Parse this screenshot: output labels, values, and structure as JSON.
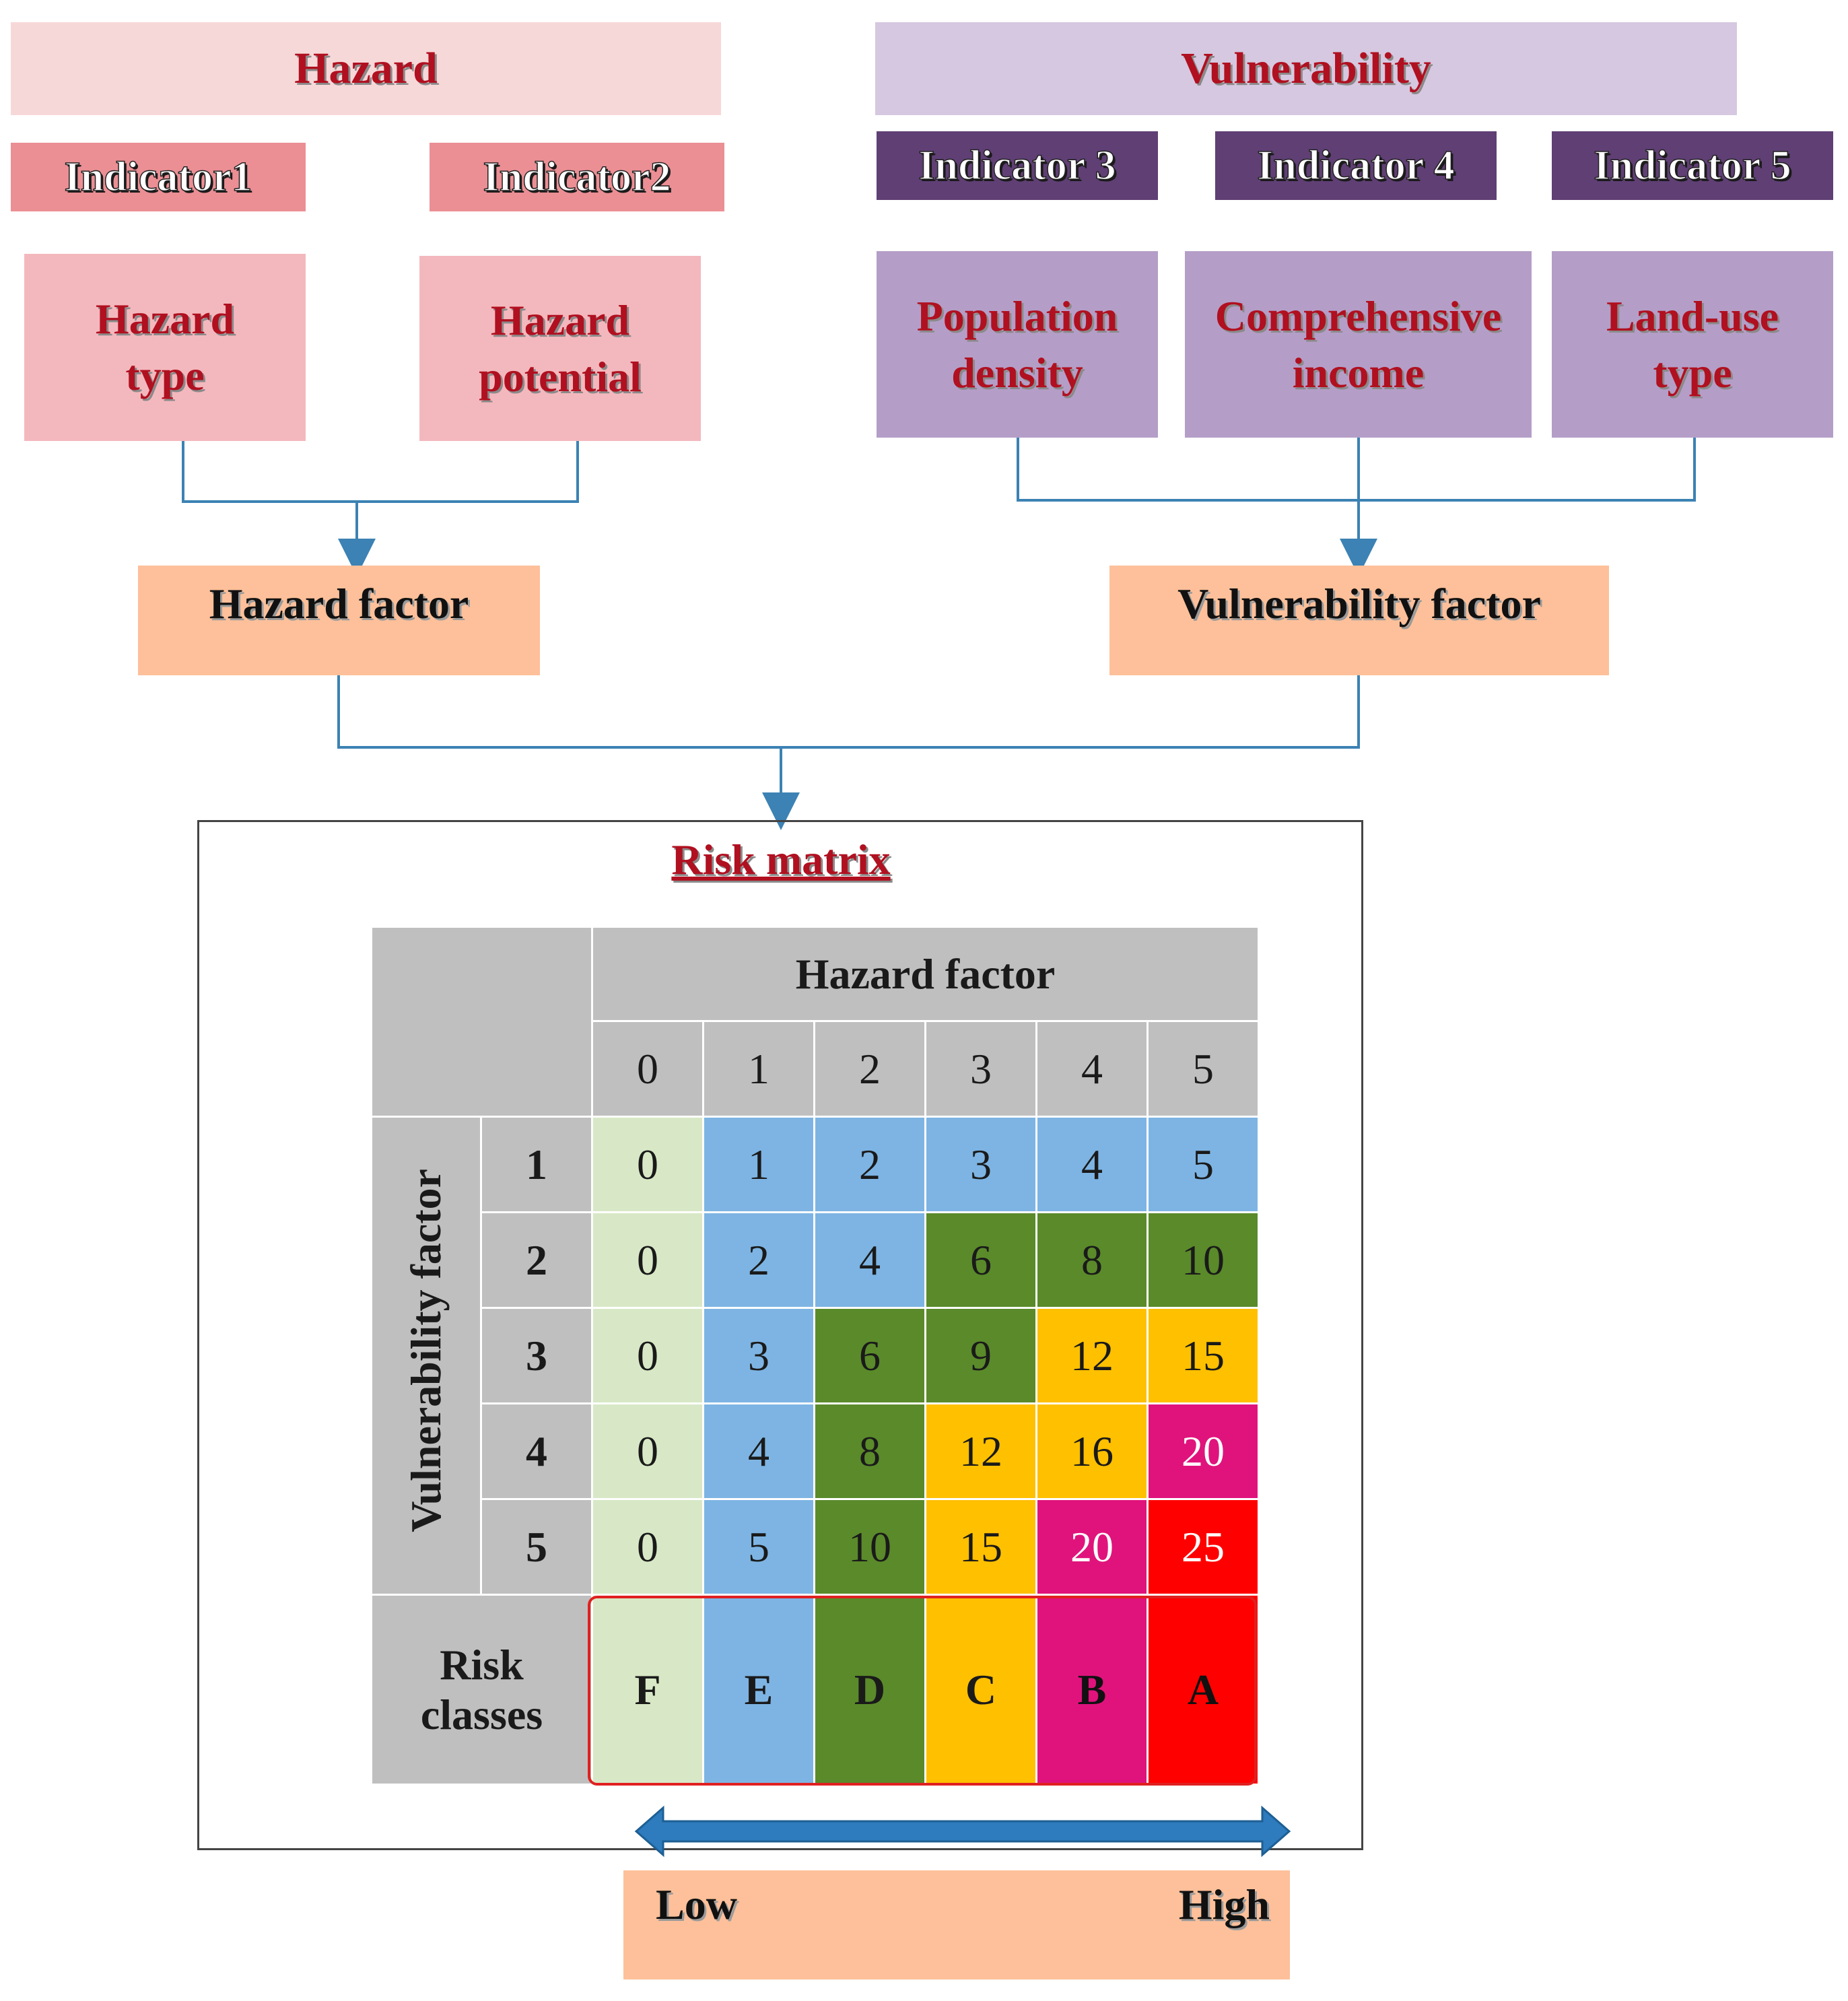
{
  "hazard": {
    "title": "Hazard",
    "indicators": [
      "Indicator1",
      "Indicator2"
    ],
    "items": [
      {
        "line1": "Hazard",
        "line2": "type"
      },
      {
        "line1": "Hazard",
        "line2": "potential"
      }
    ],
    "factor": "Hazard factor"
  },
  "vulnerability": {
    "title": "Vulnerability",
    "indicators": [
      "Indicator 3",
      "Indicator 4",
      "Indicator 5"
    ],
    "items": [
      {
        "line1": "Population",
        "line2": "density"
      },
      {
        "line1": "Comprehensive",
        "line2": "income"
      },
      {
        "line1": "Land-use",
        "line2": "type"
      }
    ],
    "factor": "Vulnerability factor"
  },
  "matrix": {
    "title": "Risk matrix",
    "col_header": "Hazard factor",
    "row_header": "Vulnerability factor",
    "hazard_levels": [
      "0",
      "1",
      "2",
      "3",
      "4",
      "5"
    ],
    "vulnerability_levels": [
      "1",
      "2",
      "3",
      "4",
      "5"
    ],
    "cells": [
      [
        "0",
        "1",
        "2",
        "3",
        "4",
        "5"
      ],
      [
        "0",
        "2",
        "4",
        "6",
        "8",
        "10"
      ],
      [
        "0",
        "3",
        "6",
        "9",
        "12",
        "15"
      ],
      [
        "0",
        "4",
        "8",
        "12",
        "16",
        "20"
      ],
      [
        "0",
        "5",
        "10",
        "15",
        "20",
        "25"
      ]
    ],
    "risk_label_line1": "Risk",
    "risk_label_line2": "classes",
    "classes": [
      "F",
      "E",
      "D",
      "C",
      "B",
      "A"
    ]
  },
  "scale": {
    "low": "Low",
    "high": "High"
  },
  "colors": {
    "class_F": "#d8e8c6",
    "class_E": "#7db4e3",
    "class_D": "#5a8a2a",
    "class_C": "#ffc000",
    "class_B": "#e0137c",
    "class_A": "#ff0000",
    "connector": "#3c82b4"
  }
}
